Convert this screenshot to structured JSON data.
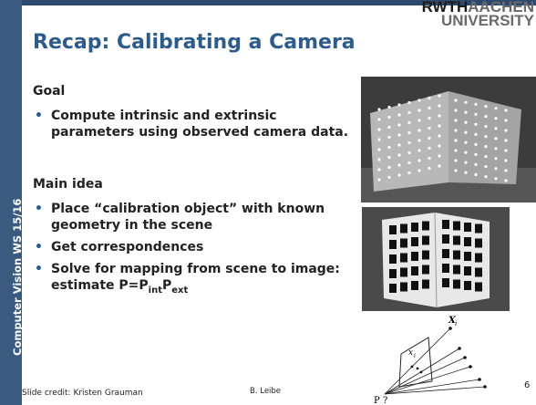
{
  "slide": {
    "sidebar_text": "Computer Vision WS 15/16",
    "logo": {
      "line1_bold": "RWTH",
      "line1_light": "AACHEN",
      "line2": "UNIVERSITY"
    },
    "title": "Recap: Calibrating a Camera",
    "goal_heading": "Goal",
    "goal_bullets": [
      "Compute intrinsic and extrinsic parameters using observed camera data."
    ],
    "main_heading": "Main idea",
    "main_bullets": [
      "Place “calibration object” with known geometry in the scene",
      "Get correspondences"
    ],
    "last_bullet": {
      "text": "Solve for mapping from scene to image: estimate P=P",
      "sub1": "int",
      "mid": "P",
      "sub2": "ext"
    },
    "footer_credit": "Slide credit: Kristen Grauman",
    "footer_author": "B. Leibe",
    "page_number": "6",
    "diagram": {
      "label_xi_top": "X",
      "label_xi_top_sub": "i",
      "label_xi_mid": "x",
      "label_xi_mid_sub": "i",
      "label_p": "P ?"
    }
  }
}
